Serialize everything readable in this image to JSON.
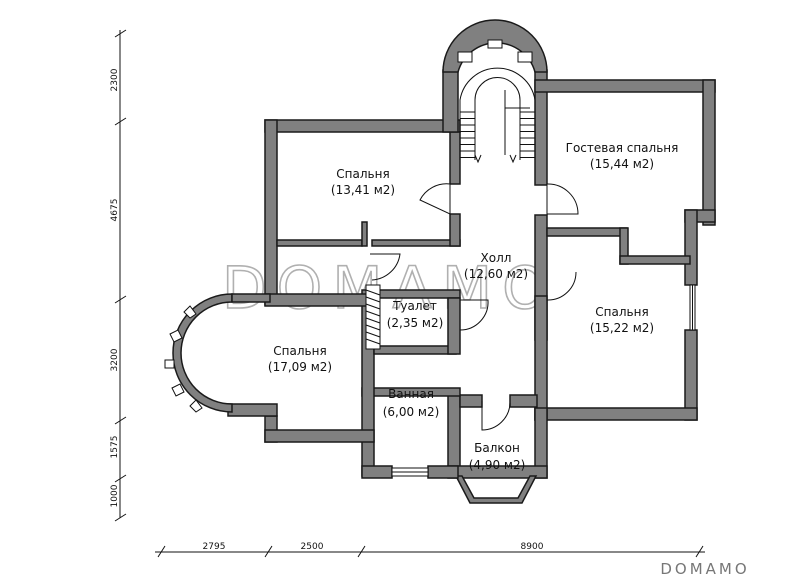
{
  "rooms": [
    {
      "name": "Спальня",
      "area": "(13,41 м2)"
    },
    {
      "name": "Гостевая спальня",
      "area": "(15,44 м2)"
    },
    {
      "name": "Холл",
      "area": "(12,60 м2)"
    },
    {
      "name": "Спальня",
      "area": "(15,22 м2)"
    },
    {
      "name": "Туалет",
      "area": "(2,35 м2)"
    },
    {
      "name": "Спальня",
      "area": "(17,09 м2)"
    },
    {
      "name": "Ванная",
      "area": "(6,00 м2)"
    },
    {
      "name": "Балкон",
      "area": "(4,90 м2)"
    }
  ],
  "dimensions": {
    "left": [
      "2300",
      "4675",
      "3200",
      "1575",
      "1000"
    ],
    "bottom": [
      "2795",
      "2500",
      "8900"
    ]
  },
  "watermark": "DOMAMO",
  "logo": "DOMAMO"
}
